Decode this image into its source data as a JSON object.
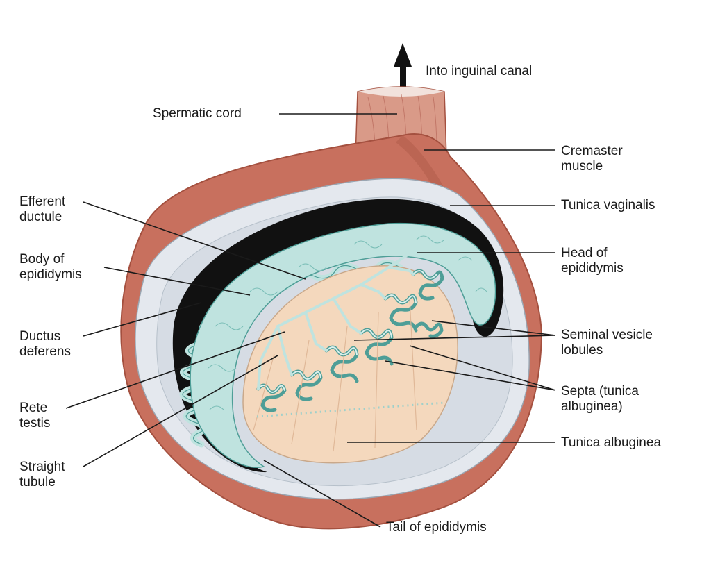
{
  "labels": {
    "into_inguinal_canal": "Into inguinal canal",
    "spermatic_cord": "Spermatic cord",
    "cremaster_muscle": "Cremaster\nmuscle",
    "tunica_vaginalis": "Tunica vaginalis",
    "head_of_epididymis": "Head of\nepididymis",
    "seminal_vesicle_lobules": "Seminal vesicle\nlobules",
    "septa": "Septa (tunica\nalbuginea)",
    "tunica_albuginea": "Tunica albuginea",
    "tail_of_epididymis": "Tail of epididymis",
    "efferent_ductule": "Efferent\nductule",
    "body_of_epididymis": "Body of\nepididymis",
    "ductus_deferens": "Ductus\ndeferens",
    "rete_testis": "Rete\ntestis",
    "straight_tubule": "Straight\ntubule"
  },
  "colors": {
    "muscle": "#c8705e",
    "muscle_dark": "#a4503f",
    "cord": "#d99a88",
    "tunica_vaginalis": "#e4e8ee",
    "black_cavity": "#111111",
    "tubule": "#bfe3df",
    "tubule_stroke": "#4e9e97",
    "testis": "#f4d8bd",
    "leader": "#1a1a1a"
  }
}
